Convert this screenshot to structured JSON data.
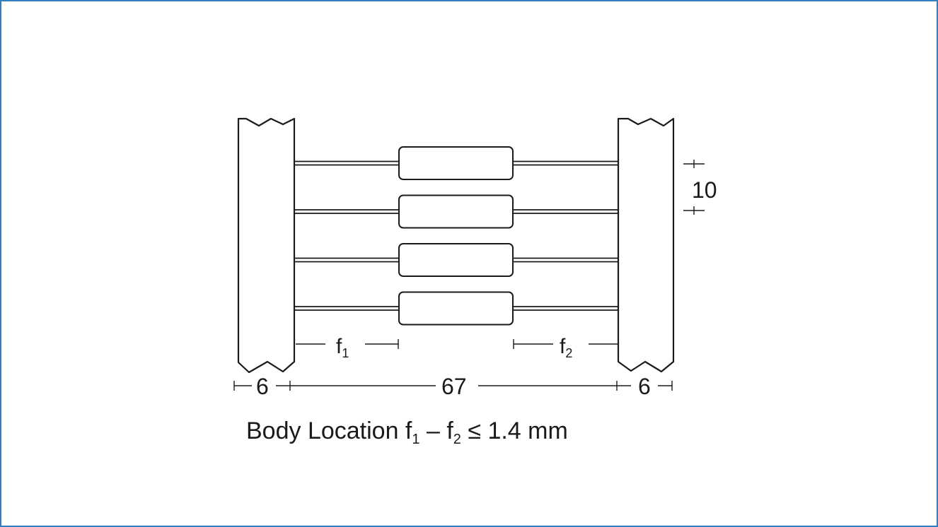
{
  "diagram": {
    "dimensions": {
      "pitch": "10",
      "left_margin": "6",
      "span": "67",
      "right_margin": "6"
    },
    "offsets": {
      "f1": "f",
      "f1_sub": "1",
      "f2": "f",
      "f2_sub": "2"
    },
    "caption": {
      "prefix": "Body Location f",
      "sub1": "1",
      "middle": " – f",
      "sub2": "2",
      "suffix": " ≤ 1.4 mm"
    },
    "component_count": 4,
    "colors": {
      "border": "#2f7fc1",
      "ink": "#1a1a1a"
    }
  }
}
